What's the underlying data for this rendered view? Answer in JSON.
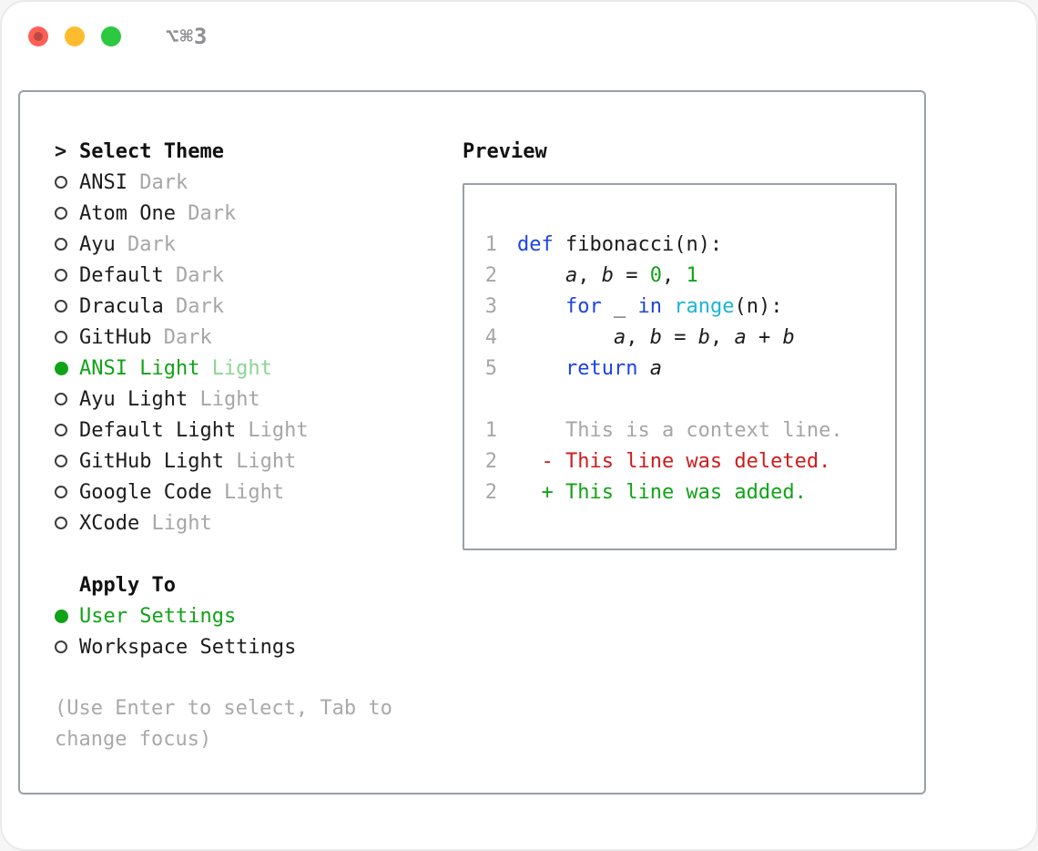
{
  "window": {
    "shortcut": "⌥⌘3"
  },
  "colors": {
    "selected_green": "#10a317",
    "keyword_blue": "#1b44e4",
    "function_cyan": "#19b5d5",
    "deleted_red": "#cf1b1b",
    "muted_gray": "#a6a6a6"
  },
  "theme_selector": {
    "caret": ">",
    "title": "Select Theme",
    "items": [
      {
        "name": "ANSI",
        "variant": "Dark",
        "selected": false
      },
      {
        "name": "Atom One",
        "variant": "Dark",
        "selected": false
      },
      {
        "name": "Ayu",
        "variant": "Dark",
        "selected": false
      },
      {
        "name": "Default",
        "variant": "Dark",
        "selected": false
      },
      {
        "name": "Dracula",
        "variant": "Dark",
        "selected": false
      },
      {
        "name": "GitHub",
        "variant": "Dark",
        "selected": false
      },
      {
        "name": "ANSI Light",
        "variant": "Light",
        "selected": true
      },
      {
        "name": "Ayu Light",
        "variant": "Light",
        "selected": false
      },
      {
        "name": "Default Light",
        "variant": "Light",
        "selected": false
      },
      {
        "name": "GitHub Light",
        "variant": "Light",
        "selected": false
      },
      {
        "name": "Google Code",
        "variant": "Light",
        "selected": false
      },
      {
        "name": "XCode",
        "variant": "Light",
        "selected": false
      }
    ]
  },
  "apply_to": {
    "title": "Apply To",
    "options": [
      {
        "label": "User Settings",
        "selected": true
      },
      {
        "label": "Workspace Settings",
        "selected": false
      }
    ]
  },
  "help_text": "(Use Enter to select, Tab to change focus)",
  "preview": {
    "title": "Preview",
    "lines": [
      {
        "num": "1",
        "tokens": [
          {
            "c": "kw",
            "t": "def"
          },
          {
            "c": "plain",
            "t": " fibonacci(n):"
          }
        ]
      },
      {
        "num": "2",
        "tokens": [
          {
            "c": "plain",
            "t": "    "
          },
          {
            "c": "var",
            "t": "a"
          },
          {
            "c": "plain",
            "t": ", "
          },
          {
            "c": "var",
            "t": "b"
          },
          {
            "c": "plain",
            "t": " = "
          },
          {
            "c": "num",
            "t": "0"
          },
          {
            "c": "plain",
            "t": ", "
          },
          {
            "c": "num",
            "t": "1"
          }
        ]
      },
      {
        "num": "3",
        "tokens": [
          {
            "c": "plain",
            "t": "    "
          },
          {
            "c": "kw",
            "t": "for"
          },
          {
            "c": "plain",
            "t": " _ "
          },
          {
            "c": "kw",
            "t": "in"
          },
          {
            "c": "plain",
            "t": " "
          },
          {
            "c": "fn",
            "t": "range"
          },
          {
            "c": "plain",
            "t": "(n):"
          }
        ]
      },
      {
        "num": "4",
        "tokens": [
          {
            "c": "plain",
            "t": "        "
          },
          {
            "c": "var",
            "t": "a"
          },
          {
            "c": "plain",
            "t": ", "
          },
          {
            "c": "var",
            "t": "b"
          },
          {
            "c": "plain",
            "t": " = "
          },
          {
            "c": "var",
            "t": "b"
          },
          {
            "c": "plain",
            "t": ", "
          },
          {
            "c": "var",
            "t": "a"
          },
          {
            "c": "plain",
            "t": " + "
          },
          {
            "c": "var",
            "t": "b"
          }
        ]
      },
      {
        "num": "5",
        "tokens": [
          {
            "c": "plain",
            "t": "    "
          },
          {
            "c": "kw",
            "t": "return"
          },
          {
            "c": "plain",
            "t": " "
          },
          {
            "c": "var",
            "t": "a"
          }
        ]
      },
      {
        "num": "",
        "tokens": []
      },
      {
        "num": "1",
        "tokens": [
          {
            "c": "ctx",
            "t": "    This is a context line."
          }
        ]
      },
      {
        "num": "2",
        "tokens": [
          {
            "c": "del",
            "t": "  - This line was deleted."
          }
        ]
      },
      {
        "num": "2",
        "tokens": [
          {
            "c": "add",
            "t": "  + This line was added."
          }
        ]
      }
    ]
  }
}
